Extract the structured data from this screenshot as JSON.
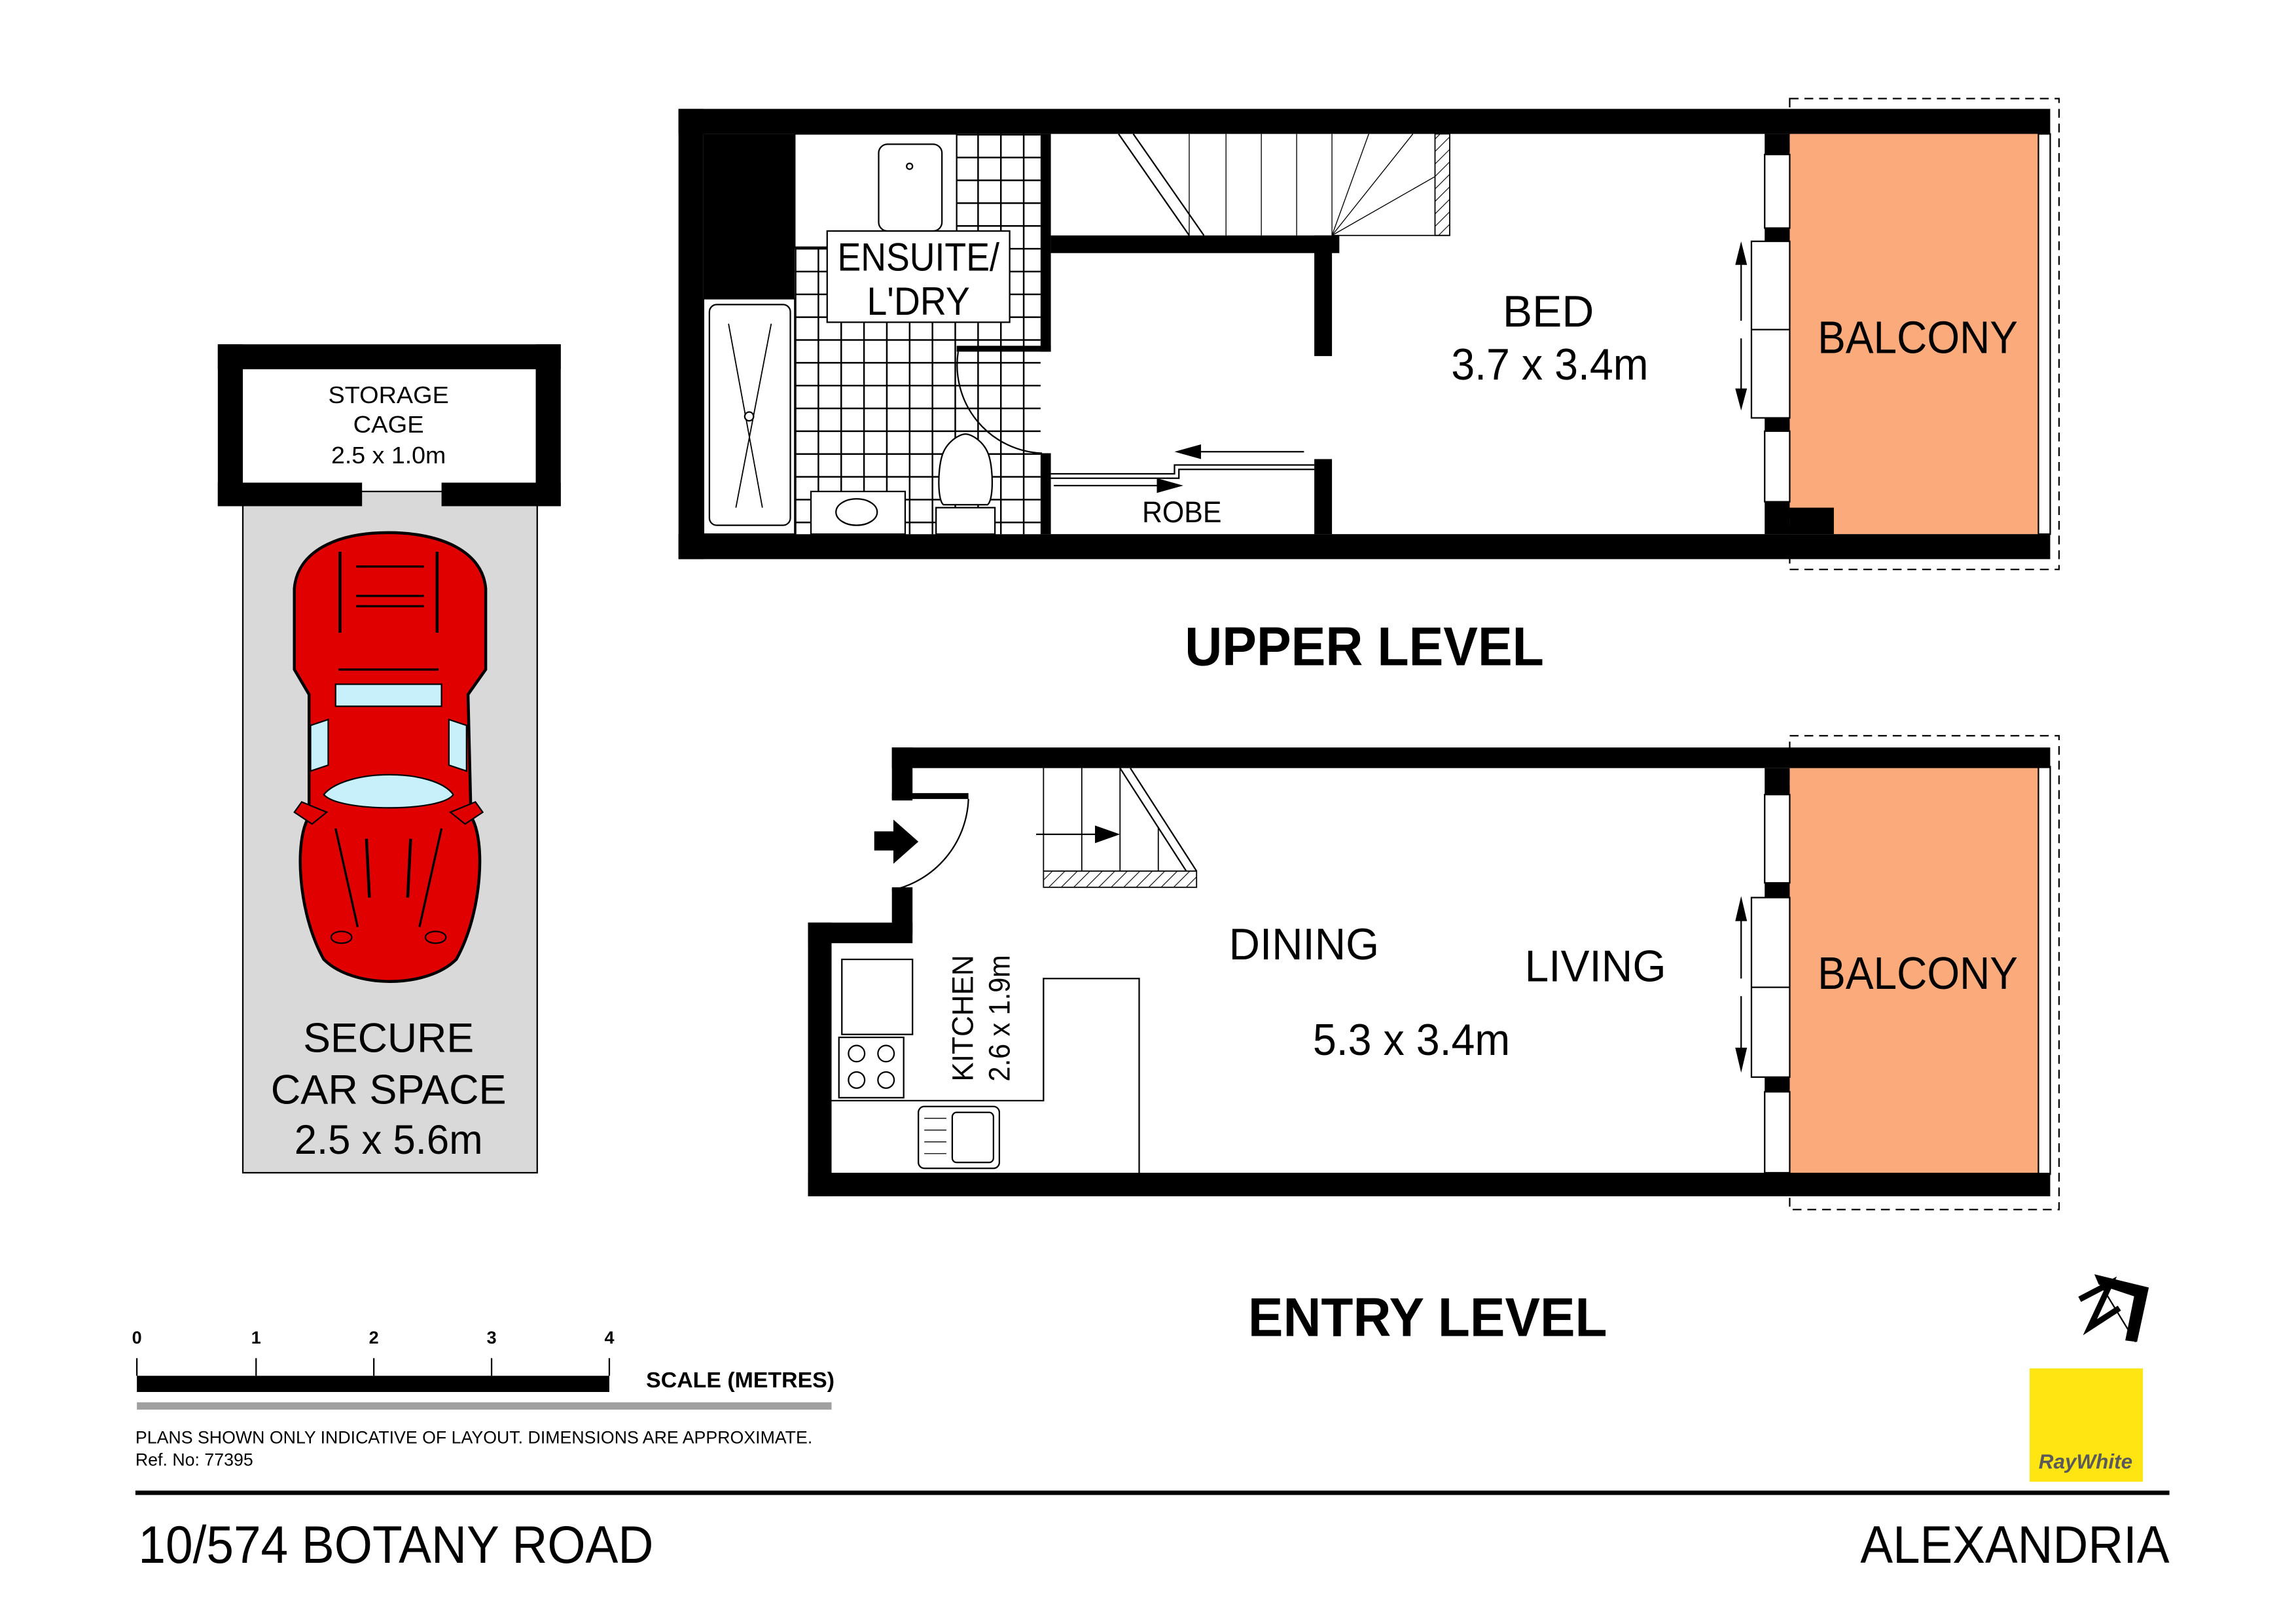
{
  "upper_level": {
    "title": "UPPER LEVEL",
    "rooms": {
      "ensuite": {
        "line1": "ENSUITE/",
        "line2": "L'DRY"
      },
      "bed": {
        "name": "BED",
        "size": "3.7 x 3.4m"
      },
      "robe": {
        "name": "ROBE"
      },
      "balcony": {
        "name": "BALCONY"
      }
    }
  },
  "entry_level": {
    "title": "ENTRY LEVEL",
    "rooms": {
      "kitchen": {
        "name": "KITCHEN",
        "size": "2.6 x 1.9m"
      },
      "dining": {
        "name": "DINING"
      },
      "living": {
        "name": "LIVING"
      },
      "dining_living_size": "5.3 x 3.4m",
      "balcony": {
        "name": "BALCONY"
      }
    }
  },
  "parking": {
    "storage": {
      "line1": "STORAGE",
      "line2": "CAGE",
      "size": "2.5 x 1.0m"
    },
    "car_space": {
      "line1": "SECURE",
      "line2": "CAR SPACE",
      "size": "2.5 x 5.6m"
    }
  },
  "scale_bar": {
    "ticks": [
      "0",
      "1",
      "2",
      "3",
      "4"
    ],
    "label": "SCALE (METRES)"
  },
  "disclaimer": {
    "text": "PLANS SHOWN ONLY INDICATIVE OF LAYOUT.  DIMENSIONS ARE APPROXIMATE.",
    "ref": "Ref. No: 77395"
  },
  "footer": {
    "address": "10/574 BOTANY ROAD",
    "suburb": "ALEXANDRIA"
  },
  "branding": {
    "logo_text": "RayWhite",
    "logo_bg": "#ffe512",
    "logo_text_color": "#5a5a5a"
  },
  "colors": {
    "balcony": "#fbaa7c",
    "car_body": "#e00000",
    "car_glass": "#c8f0fa",
    "car_space_bg": "#d9d9d9"
  },
  "compass": {
    "icon": "north-arrow-icon"
  }
}
